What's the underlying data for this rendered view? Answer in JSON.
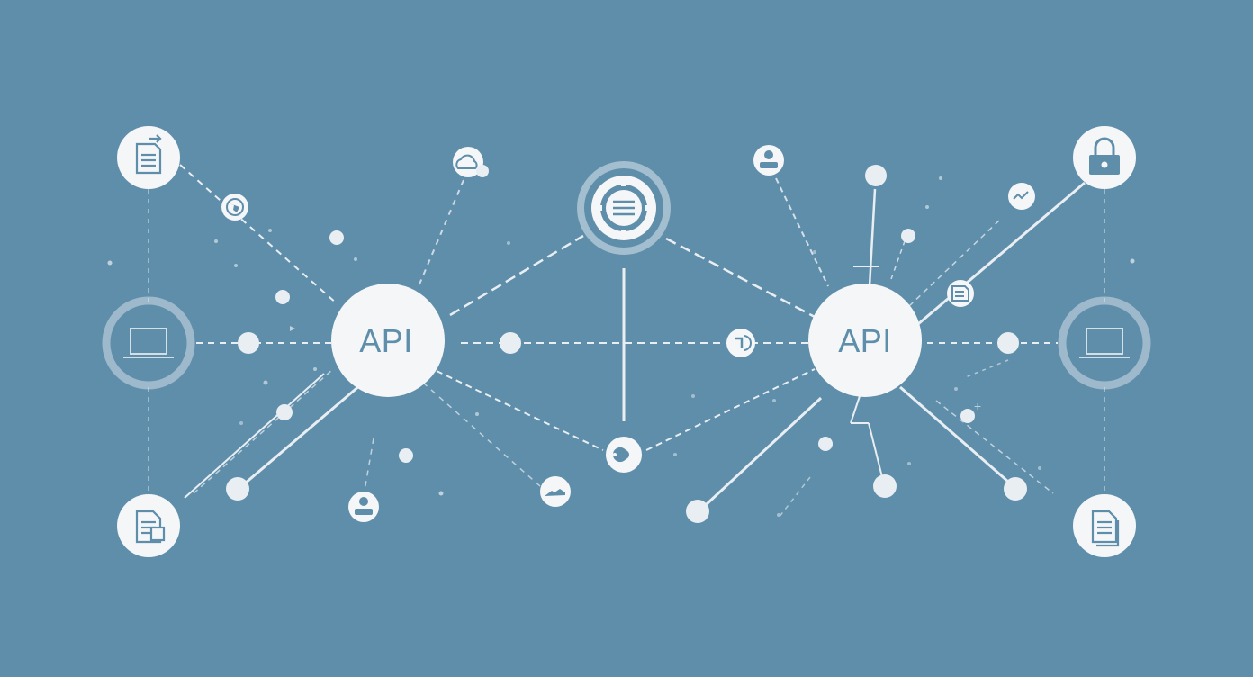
{
  "diagram": {
    "hubs": [
      {
        "id": "api-left",
        "label": "API"
      },
      {
        "id": "api-right",
        "label": "API"
      }
    ],
    "icons": {
      "document_top_left": "document-arrow-icon",
      "document_bottom_left": "document-icon",
      "lock_top_right": "lock-icon",
      "document_bottom_right": "document-stack-icon",
      "laptop_left": "laptop-icon",
      "laptop_right": "laptop-icon",
      "server_center": "server-gear-icon",
      "cloud": "cloud-icon",
      "user_top": "user-icon",
      "user_bottom": "user-icon",
      "globe": "globe-icon",
      "chart": "chart-icon",
      "link": "link-icon",
      "key": "key-icon",
      "refresh": "refresh-icon",
      "list": "list-icon"
    },
    "colors": {
      "background": "#5f8eab",
      "node": "#f4f6f8",
      "line": "#e8eef2",
      "icon": "#5f8eab"
    }
  }
}
